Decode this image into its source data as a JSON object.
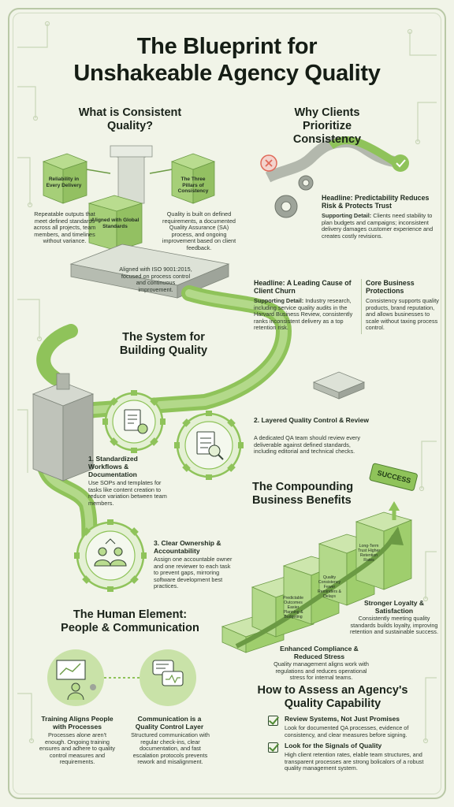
{
  "title": {
    "line1": "The Blueprint for",
    "line2": "Unshakeable Agency Quality"
  },
  "colors": {
    "accent_green": "#8fc35a",
    "dark_green": "#5f9a3a",
    "gray": "#8d9389",
    "background": "#f1f4e8",
    "red": "#e06a5a"
  },
  "consistent_quality": {
    "heading": "What is Consistent Quality?",
    "pillar_left_label": "Reliability in Every Delivery",
    "pillar_left_text": "Repeatable outputs that meet defined standards across all projects, team members, and timelines without variance.",
    "pillar_center_label": "Aligned with Global Standards",
    "pillar_right_label": "The Three Pillars of Consistency",
    "pillar_right_text": "Quality is built on defined requirements, a documented Quality Assurance (SA) process, and ongoing improvement based on client feedback.",
    "base_text": "Aligned with ISO 9001:2015, focused on process control and continuous improvement."
  },
  "why_clients": {
    "heading": "Why Clients Prioritize Consistency",
    "headline1": "Headline: Predictability Reduces Risk & Protects Trust",
    "detail1_label": "Supporting Detail:",
    "detail1_text": "Clients need stability to plan budgets and campaigns; inconsistent delivery damages customer experience and creates costly revisions.",
    "headline2": "Headline: A Leading Cause of Client Churn",
    "detail2_label": "Supporting Detail:",
    "detail2_text": "Industry research, including service quality audits in the Harvard Business Review, consistently ranks inconsistent delivery as a top retention risk.",
    "headline3": "Core Business Protections",
    "detail3_text": "Consistency supports quality products, brand reputation, and allows businesses to scale without taxing process control."
  },
  "system": {
    "heading": "The System for Building Quality",
    "step1_title": "1. Standardized Workflows & Documentation",
    "step1_text": "Use SOPs and templates for tasks like content creation to reduce variation between team members.",
    "step2_title": "2. Layered Quality Control & Review",
    "step2_text": "A dedicated QA team should review every deliverable against defined standards, including editorial and technical checks.",
    "step3_title": "3. Clear Ownership & Accountability",
    "step3_text": "Assign one accountable owner and one reviewer to each task to prevent gaps, mirroring software development best practices."
  },
  "benefits": {
    "heading": "The Compounding Business Benefits",
    "banner": "SUCCESS",
    "block1": "Predictable Outcomes Easier Planning & Budgeting",
    "block2": "Quality Consistency Fewer Reminders & Delays",
    "block3": "Long-Term Trust Higher Retention Rates",
    "loyalty_title": "Stronger Loyalty & Satisfaction",
    "loyalty_text": "Consistently meeting quality standards builds loyalty, improving retention and sustainable success.",
    "compliance_title": "Enhanced Compliance & Reduced Stress",
    "compliance_text": "Quality management aligns work with regulations and reduces operational stress for internal teams."
  },
  "human": {
    "heading": "The Human Element: People & Communication",
    "training_title": "Training Aligns People with Processes",
    "training_text": "Processes alone aren't enough. Ongoing training ensures and adhere to quality control measures and requirements.",
    "comm_title": "Communication is a Quality Control Layer",
    "comm_text": "Structured communication with regular check-ins, clear documentation, and fast escalation protocols prevents rework and misalignment."
  },
  "assess": {
    "heading": "How to Assess an Agency's Quality Capability",
    "item1_title": "Review Systems, Not Just Promises",
    "item1_text": "Look for documented QA processes, evidence of consistency, and clear measures before signing.",
    "item2_title": "Look for the Signals of Quality",
    "item2_text": "High client retention rates, elable team structures, and transparent processes are strong bolicalors of a robust quality management system."
  }
}
